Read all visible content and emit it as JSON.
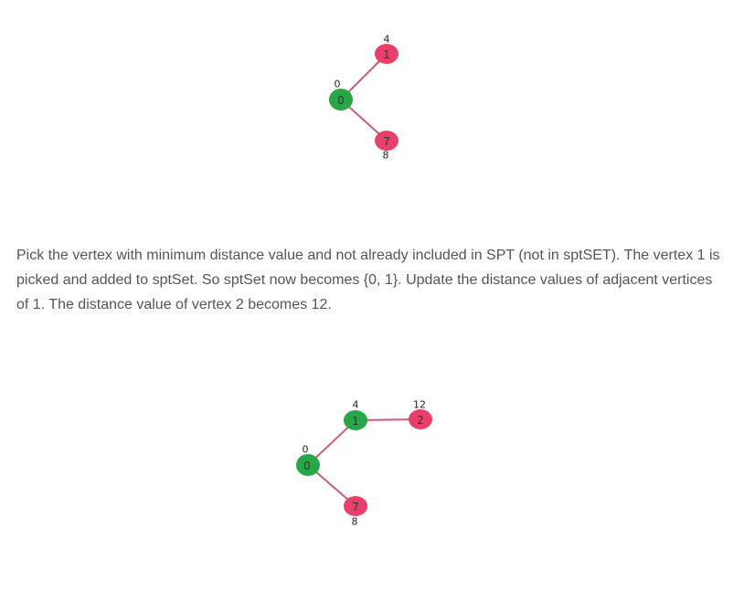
{
  "colors": {
    "visited": "#27a745",
    "unvisited": "#e8406b",
    "edge": "#c95a78"
  },
  "graph_top": {
    "nodes": [
      {
        "id": "0",
        "label": "0",
        "distance": "0",
        "visited": true
      },
      {
        "id": "1",
        "label": "1",
        "distance": "4",
        "visited": false
      },
      {
        "id": "7",
        "label": "7",
        "distance": "8",
        "visited": false
      }
    ],
    "edges": [
      [
        "0",
        "1"
      ],
      [
        "0",
        "7"
      ]
    ]
  },
  "description": "Pick the vertex with minimum distance value and not already included in SPT (not in sptSET). The vertex 1 is picked and added to sptSet. So sptSet now becomes {0, 1}. Update the distance values of adjacent vertices of 1. The distance value of vertex 2 becomes 12.",
  "graph_bottom": {
    "nodes": [
      {
        "id": "0",
        "label": "0",
        "distance": "0",
        "visited": true
      },
      {
        "id": "1",
        "label": "1",
        "distance": "4",
        "visited": true
      },
      {
        "id": "2",
        "label": "2",
        "distance": "12",
        "visited": false
      },
      {
        "id": "7",
        "label": "7",
        "distance": "8",
        "visited": false
      }
    ],
    "edges": [
      [
        "0",
        "1"
      ],
      [
        "1",
        "2"
      ],
      [
        "0",
        "7"
      ]
    ]
  }
}
